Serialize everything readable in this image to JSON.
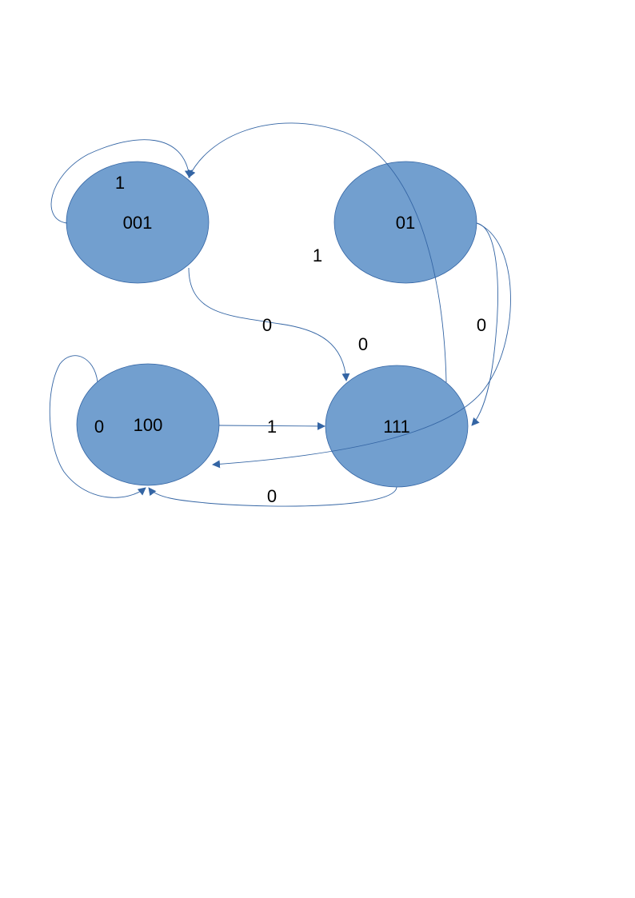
{
  "diagram": {
    "type": "state-transition-diagram",
    "colors": {
      "state_fill": "#729fcf",
      "state_stroke": "#3465a4",
      "edge": "#3465a4"
    },
    "states": [
      {
        "id": "s001",
        "label": "001"
      },
      {
        "id": "s01",
        "label": "01"
      },
      {
        "id": "s100",
        "label": "100"
      },
      {
        "id": "s111",
        "label": "111"
      }
    ],
    "edge_labels": {
      "self_001": "1",
      "s001_to_s111": "0",
      "s111_to_s001": "1",
      "s01_to_s111_inner": "0",
      "s01_to_s100": "0",
      "s100_self": "0",
      "s100_to_s111": "1",
      "s111_to_s100": "0"
    }
  }
}
